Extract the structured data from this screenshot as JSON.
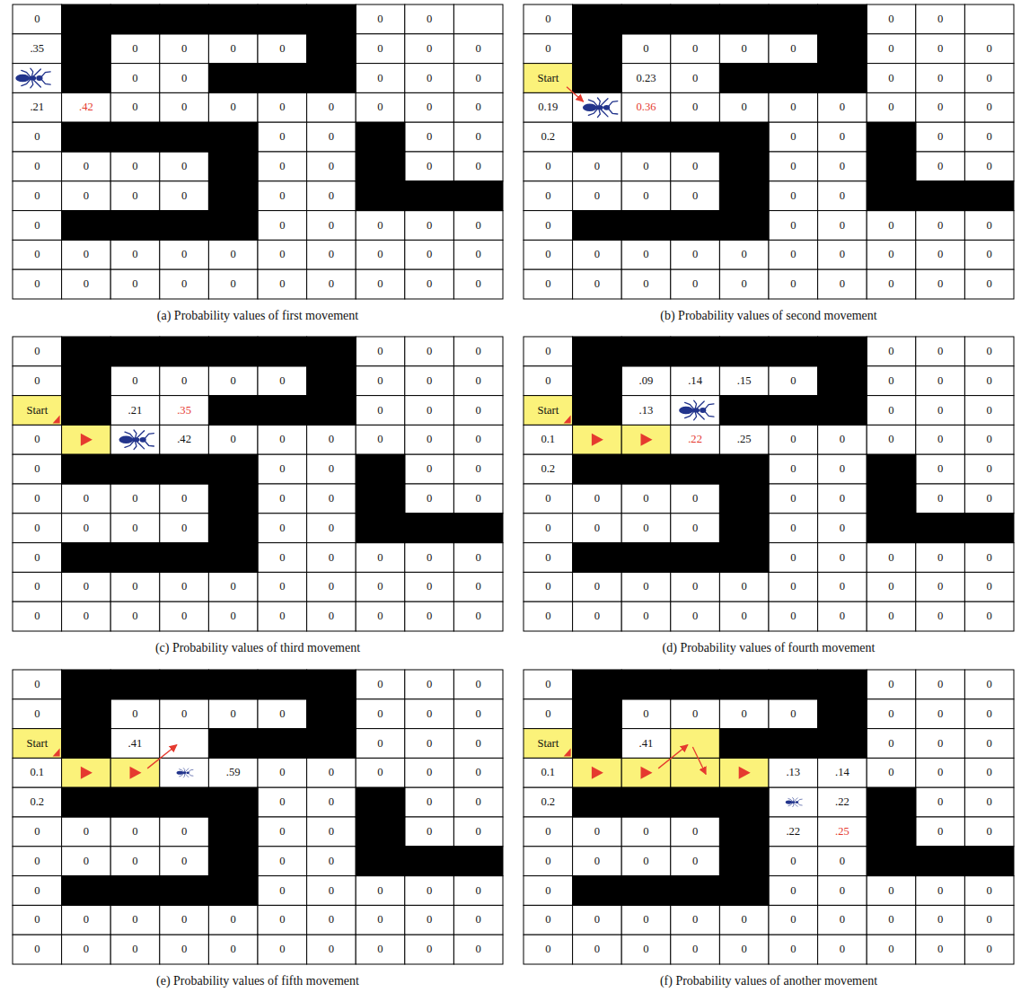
{
  "diagram": {
    "labels": [
      "0",
      "0",
      "0",
      ".35",
      "0",
      "0",
      "0",
      "0",
      "0",
      "0",
      "0",
      "0",
      "0",
      "0",
      "0",
      "0",
      ".21",
      ".42",
      "0",
      "0",
      "0",
      "0",
      "0",
      "0",
      "0",
      "0",
      "0",
      "0",
      "0",
      "0",
      "0",
      "0",
      "0",
      "0",
      "0",
      "0",
      "0",
      "0",
      "0",
      "0",
      "0",
      "0",
      "0",
      "0",
      "0",
      "0",
      "0",
      "0",
      "0",
      "0",
      "0",
      "0",
      "0",
      "0",
      "0",
      "0",
      "0",
      "0",
      "0",
      "0",
      "0",
      "0",
      "0",
      "0",
      "0",
      "0",
      "0",
      "0",
      "0",
      "0",
      "0",
      "(a) Probability values of first movement",
      "0",
      "0",
      "0",
      "0",
      "0",
      "0",
      "0",
      "0",
      "0",
      "0",
      "0",
      "Start",
      "0.23",
      "0",
      "0",
      "0",
      "0",
      "0.19",
      "0.36",
      "0",
      "0",
      "0",
      "0",
      "0",
      "0",
      "0",
      "0.2",
      "0",
      "0",
      "0",
      "0",
      "0",
      "0",
      "0",
      "0",
      "0",
      "0",
      "0",
      "0",
      "0",
      "0",
      "0",
      "0",
      "0",
      "0",
      "0",
      "0",
      "0",
      "0",
      "0",
      "0",
      "0",
      "0",
      "0",
      "0",
      "0",
      "0",
      "0",
      "0",
      "0",
      "0",
      "0",
      "0",
      "0",
      "0",
      "0",
      "0",
      "0",
      "0",
      "0",
      "0",
      "(b) Probability values of second movement",
      "0",
      "0",
      "0",
      "0",
      "0",
      "0",
      "0",
      "0",
      "0",
      "0",
      "0",
      "0",
      "Start",
      ".21",
      ".35",
      "0",
      "0",
      "0",
      "0",
      ".42",
      "0",
      "0",
      "0",
      "0",
      "0",
      "0",
      "0",
      "0",
      "0",
      "0",
      "0",
      "0",
      "0",
      "0",
      "0",
      "0",
      "0",
      "0",
      "0",
      "0",
      "0",
      "0",
      "0",
      "0",
      "0",
      "0",
      "0",
      "0",
      "0",
      "0",
      "0",
      "0",
      "0",
      "0",
      "0",
      "0",
      "0",
      "0",
      "0",
      "0",
      "0",
      "0",
      "0",
      "0",
      "0",
      "0",
      "0",
      "0",
      "0",
      "0",
      "0",
      "(c) Probability values of third movement",
      "0",
      "0",
      "0",
      "0",
      "0",
      ".09",
      ".14",
      ".15",
      "0",
      "0",
      "0",
      "0",
      "Start",
      ".13",
      "0",
      "0",
      "0",
      "0.1",
      ".22",
      ".25",
      "0",
      "0",
      "0",
      "0",
      "0",
      "0.2",
      "0",
      "0",
      "0",
      "0",
      "0",
      "0",
      "0",
      "0",
      "0",
      "0",
      "0",
      "0",
      "0",
      "0",
      "0",
      "0",
      "0",
      "0",
      "0",
      "0",
      "0",
      "0",
      "0",
      "0",
      "0",
      "0",
      "0",
      "0",
      "0",
      "0",
      "0",
      "0",
      "0",
      "0",
      "0",
      "0",
      "0",
      "0",
      "0",
      "0",
      "0",
      "0",
      "0",
      "0",
      "(d) Probability values of fourth movement",
      "0",
      "0",
      "0",
      "0",
      "0",
      "0",
      "0",
      "0",
      "0",
      "0",
      "0",
      "0",
      "Start",
      ".41",
      "0",
      "0",
      "0",
      "0.1",
      ".59",
      "0",
      "0",
      "0",
      "0",
      "0",
      "0.2",
      "0",
      "0",
      "0",
      "0",
      "0",
      "0",
      "0",
      "0",
      "0",
      "0",
      "0",
      "0",
      "0",
      "0",
      "0",
      "0",
      "0",
      "0",
      "0",
      "0",
      "0",
      "0",
      "0",
      "0",
      "0",
      "0",
      "0",
      "0",
      "0",
      "0",
      "0",
      "0",
      "0",
      "0",
      "0",
      "0",
      "0",
      "0",
      "0",
      "0",
      "0",
      "0",
      "0",
      "0",
      "(e) Probability values of fifth movement",
      "0",
      "0",
      "0",
      "0",
      "0",
      "0",
      "0",
      "0",
      "0",
      "0",
      "0",
      "0",
      "Start",
      ".41",
      "0",
      "0",
      "0",
      "0.1",
      ".13",
      ".14",
      "0",
      "0",
      "0",
      "0.2",
      ".22",
      "0",
      "0",
      "0",
      "0",
      "0",
      "0",
      ".22",
      ".25",
      "0",
      "0",
      "0",
      "0",
      "0",
      "0",
      "0",
      "0",
      "0",
      "0",
      "0",
      "0",
      "0",
      "0",
      "0",
      "0",
      "0",
      "0",
      "0",
      "0",
      "0",
      "0",
      "0",
      "0",
      "0",
      "0",
      "0",
      "0",
      "0",
      "0",
      "0",
      "0",
      "0",
      "0",
      "(f) Probability values of another movement"
    ]
  }
}
